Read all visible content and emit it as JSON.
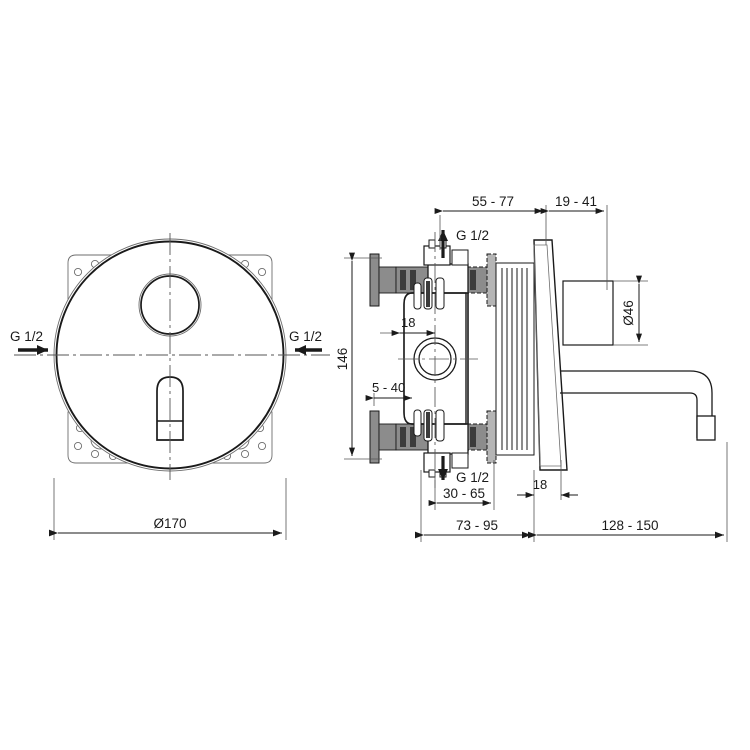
{
  "drawing": {
    "type": "technical-dimension-drawing",
    "subject": "Concealed wall-mounted basin mixer with built-in body",
    "background_color": "#ffffff",
    "line_color": "#1a1a1a",
    "views": [
      {
        "id": "front-view",
        "name": "Front elevation (round escutcheon plate)"
      },
      {
        "id": "section-view",
        "name": "Side section / side elevation with spout"
      }
    ]
  },
  "front_view": {
    "diameter_label": "Ø170",
    "inlet_left_label": "G 1/2",
    "inlet_right_label": "G 1/2"
  },
  "section_view": {
    "top_dim_left": "55 - 77",
    "top_dim_right": "19 - 41",
    "inlet_top_label": "G 1/2",
    "inlet_bottom_label": "G 1/2",
    "height_label": "146",
    "offset_label": "18",
    "depth_range_label": "5 - 40",
    "spout_diameter_label": "Ø46",
    "body_width_label": "30 - 65",
    "wall_thickness_label": "18",
    "total_left_label": "73 - 95",
    "total_right_label": "128 - 150"
  },
  "colors": {
    "line": "#1a1a1a",
    "thin_line": "#555555",
    "hatch_dark": "#3b3b3b",
    "hatch_mid": "#8c8c8c",
    "hatch_light": "#b5b5b5",
    "background": "#ffffff"
  }
}
